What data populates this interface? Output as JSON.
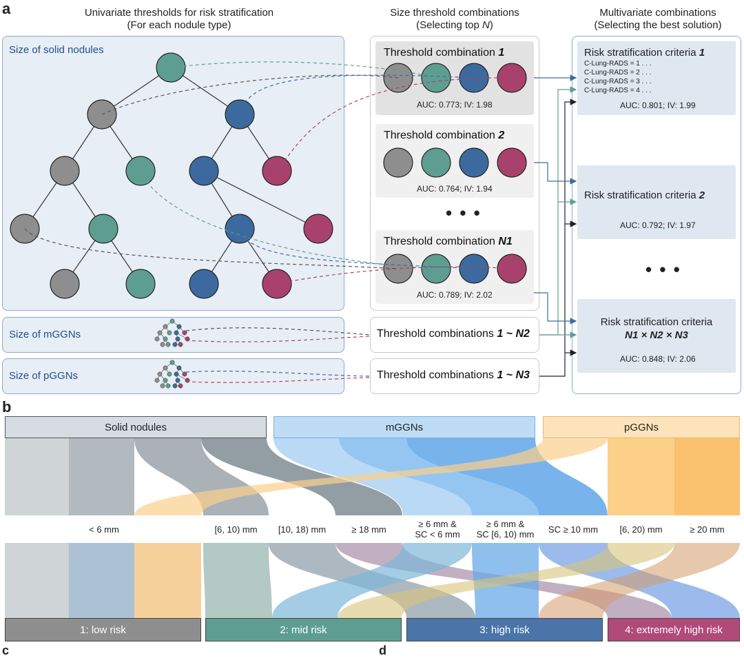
{
  "panels": {
    "a": "a",
    "b": "b",
    "c": "c",
    "d": "d"
  },
  "colors": {
    "gray": "#8e8e8e",
    "teal": "#5e9e90",
    "blue": "#3d6a9e",
    "magenta": "#a8426d",
    "panel_bg": "#e7eef5",
    "panel_border": "#8fa9c8",
    "label_blue": "#1f4f8f"
  },
  "headers": {
    "left": {
      "line1": "Univariate thresholds for risk stratification",
      "line2": "(For each nodule type)"
    },
    "mid": {
      "line1": "Size threshold combinations",
      "line2": "(Selecting top N)"
    },
    "right": {
      "line1": "Multivariate combinations",
      "line2": "(Selecting the best solution)"
    }
  },
  "left": {
    "solid_label": "Size of solid nodules",
    "mggn_label": "Size of mGGNs",
    "pggn_label": "Size of pGGNs"
  },
  "mid": {
    "combos": [
      {
        "title": "Threshold combination ",
        "index": "1",
        "metric": "AUC: 0.773; IV: 1.98"
      },
      {
        "title": "Threshold combination ",
        "index": "2",
        "metric": "AUC: 0.764; IV: 1.94"
      },
      {
        "title": "Threshold combination ",
        "index": "N1",
        "metric": "AUC: 0.789; IV: 2.02"
      }
    ],
    "ellipsis": "• • •",
    "mggn_combo": {
      "text": "Threshold combinations ",
      "range": "1 ~ N2"
    },
    "pggn_combo": {
      "text": "Threshold combinations ",
      "range": "1 ~ N3"
    }
  },
  "right": {
    "criteria1": {
      "title": "Risk stratification criteria ",
      "index": "1",
      "lines": [
        "C-Lung-RADS = 1  . . .",
        "C-Lung-RADS = 2  . . .",
        "C-Lung-RADS = 3  . . .",
        "C-Lung-RADS = 4  . . ."
      ],
      "metric": "AUC: 0.801; IV: 1.99"
    },
    "criteria2": {
      "title": "Risk stratification criteria ",
      "index": "2",
      "metric": "AUC: 0.792; IV: 1.97"
    },
    "ellipsis": "• • •",
    "criteria3": {
      "title": "Risk stratification criteria",
      "formula": "N1 × N2 × N3",
      "metric": "AUC: 0.848; IV: 2.06"
    }
  },
  "b": {
    "categories": [
      "Solid nodules",
      "mGGNs",
      "pGGNs"
    ],
    "thresholds": [
      {
        "l1": "< 6 mm",
        "l2": ""
      },
      {
        "l1": "[6, 10) mm",
        "l2": ""
      },
      {
        "l1": "[10, 18) mm",
        "l2": ""
      },
      {
        "l1": "≥ 18 mm",
        "l2": ""
      },
      {
        "l1": "≥ 6 mm &",
        "l2": "SC < 6 mm"
      },
      {
        "l1": "≥ 6 mm &",
        "l2": "SC [6, 10) mm"
      },
      {
        "l1": "SC ≥ 10 mm",
        "l2": ""
      },
      {
        "l1": "[6, 20) mm",
        "l2": ""
      },
      {
        "l1": "≥ 20 mm",
        "l2": ""
      }
    ],
    "risks": [
      "1: low risk",
      "2: mid risk",
      "3: high risk",
      "4: extremely high risk"
    ]
  }
}
